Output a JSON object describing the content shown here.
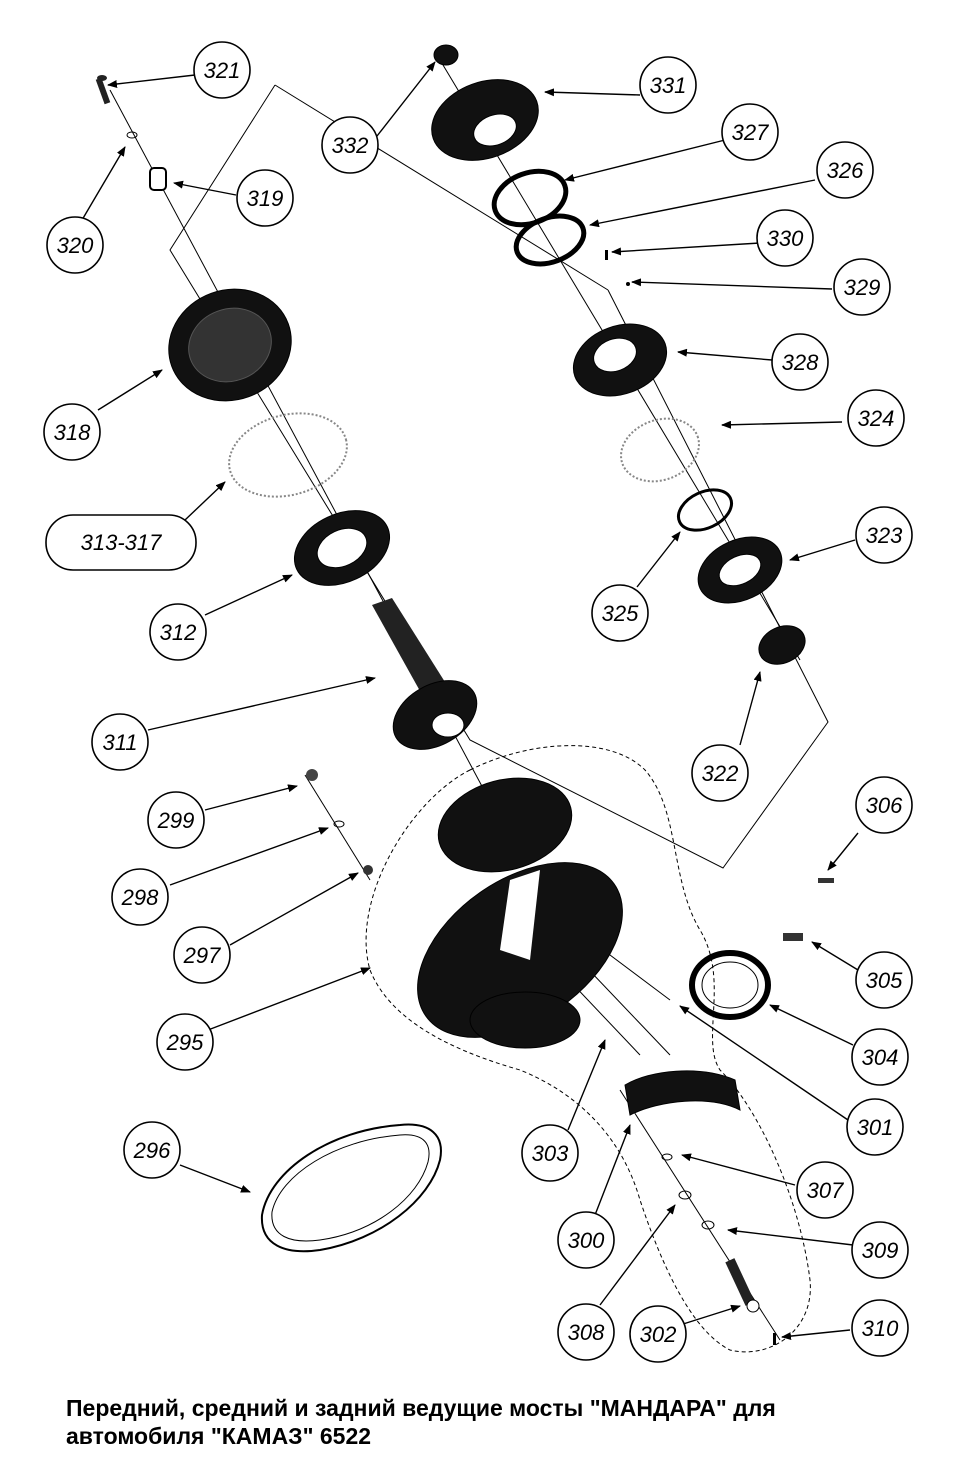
{
  "caption": {
    "line1": "Передний, средний и задний ведущие мосты \"МАНДАРА\" для",
    "line2": "автомобиля \"КАМАЗ\" 6522"
  },
  "labels": {
    "l295": "295",
    "l296": "296",
    "l297": "297",
    "l298": "298",
    "l299": "299",
    "l300": "300",
    "l301": "301",
    "l302": "302",
    "l303": "303",
    "l304": "304",
    "l305": "305",
    "l306": "306",
    "l307": "307",
    "l308": "308",
    "l309": "309",
    "l310": "310",
    "l311": "311",
    "l312": "312",
    "l313_317": "313-317",
    "l318": "318",
    "l319": "319",
    "l320": "320",
    "l321": "321",
    "l322": "322",
    "l323": "323",
    "l324": "324",
    "l325": "325",
    "l326": "326",
    "l327": "327",
    "l328": "328",
    "l329": "329",
    "l330": "330",
    "l331": "331",
    "l332": "332"
  }
}
